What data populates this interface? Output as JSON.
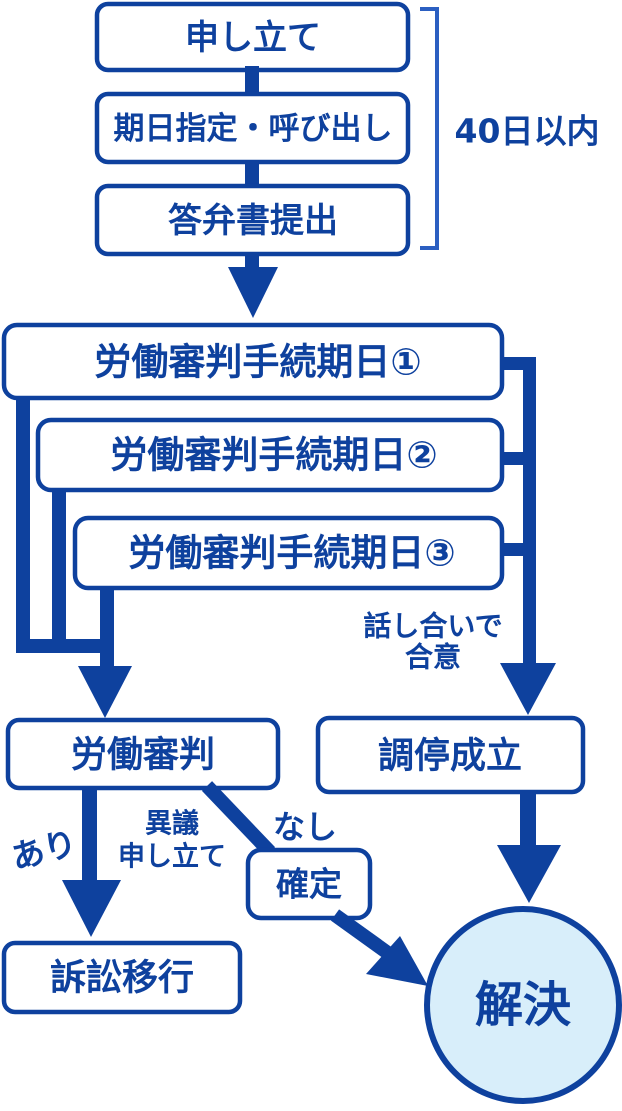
{
  "colors": {
    "primary_blue": "#0e419e",
    "bracket_blue": "#2b5fc1",
    "circle_fill": "#d8eefa",
    "box_background": "#ffffff"
  },
  "flow": {
    "top_boxes": [
      {
        "label": "申し立て"
      },
      {
        "label": "期日指定・呼び出し"
      },
      {
        "label": "答弁書提出"
      }
    ],
    "bracket_label": "40日以内",
    "session_boxes": [
      {
        "label": "労働審判手続期日①"
      },
      {
        "label": "労働審判手続期日②"
      },
      {
        "label": "労働審判手続期日③"
      }
    ],
    "agree_label_line1": "話し合いで",
    "agree_label_line2": "合意",
    "shinpan_box": "労働審判",
    "chotei_box": "調停成立",
    "ari_label": "あり",
    "igi_label_line1": "異議",
    "igi_label_line2": "申し立て",
    "nashi_label": "なし",
    "kakutei_box": "確定",
    "sosho_box": "訴訟移行",
    "kaiketsu_circle": "解決"
  }
}
